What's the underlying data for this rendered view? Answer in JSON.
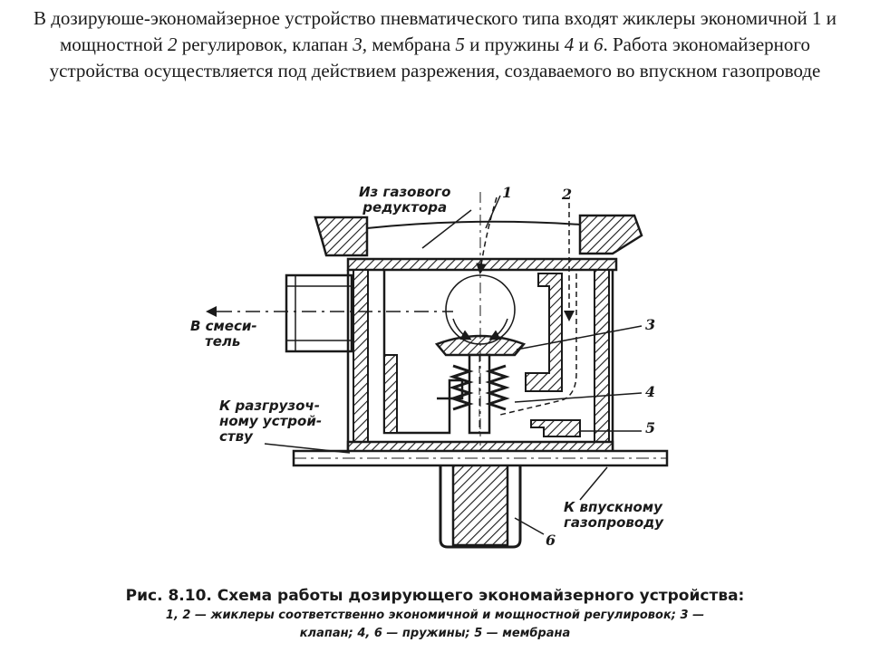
{
  "intro": {
    "p1": "В дозируюше-экономайзерное устройство пневматического типа входят жиклеры экономичной 1 и мощностной ",
    "n2": "2",
    "p2": " регулировок, клапан ",
    "n3": "3,",
    "p3": " мембрана ",
    "n5": "5",
    "p4": " и пружины ",
    "n4": "4",
    "p5": " и ",
    "n6": "6",
    "p6": ". Работа экономайзерного устройства осуществляется под действием разрежения, создаваемого во впускном газопроводе"
  },
  "diagram": {
    "from_reducer_1": "Из газового",
    "from_reducer_2": "редуктора",
    "to_mixer_1": "В смеси-",
    "to_mixer_2": "тель",
    "to_unloader_1": "К разгрузоч-",
    "to_unloader_2": "ному устрой-",
    "to_unloader_3": "ству",
    "to_intake_1": "К впускному",
    "to_intake_2": "газопроводу",
    "callouts": [
      "1",
      "2",
      "3",
      "4",
      "5",
      "6"
    ]
  },
  "caption": {
    "title": "Рис. 8.10. Схема работы дозирующего экономайзерного устройства:",
    "legend_1": "1, 2 — жиклеры соответственно экономичной и мощностной регулировок; 3 —",
    "legend_2": "клапан; 4, 6 — пружины; 5 — мембрана"
  }
}
